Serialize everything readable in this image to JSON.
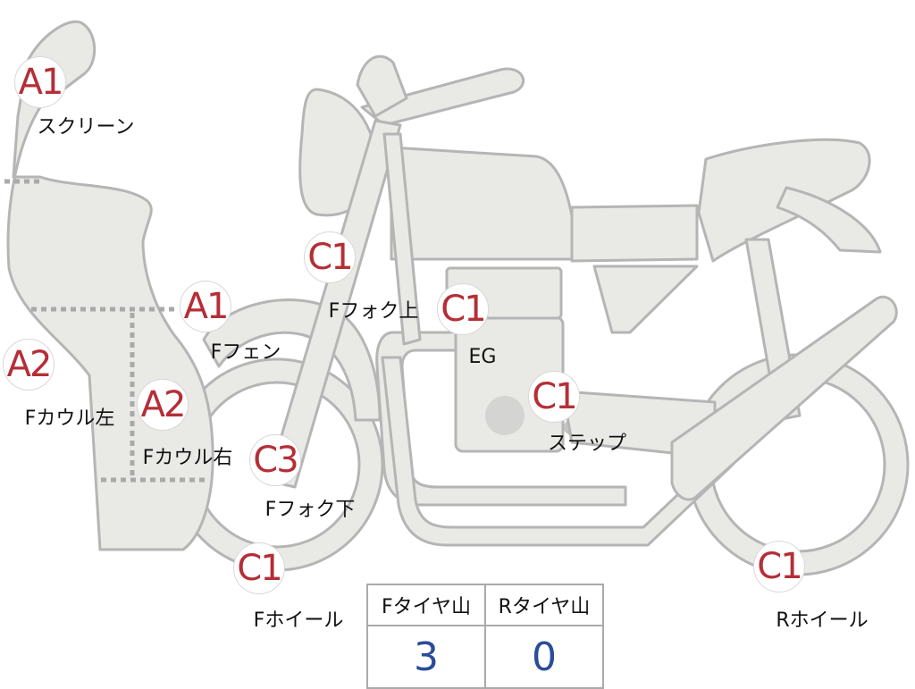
{
  "parts": [
    {
      "id": "screen",
      "grade": "A1",
      "label": "スクリーン"
    },
    {
      "id": "ffender",
      "grade": "A1",
      "label": "Fフェン"
    },
    {
      "id": "fcowl_l",
      "grade": "A2",
      "label": "Fカウル左"
    },
    {
      "id": "fcowl_r",
      "grade": "A2",
      "label": "Fカウル右"
    },
    {
      "id": "ffork_up",
      "grade": "C1",
      "label": "Fフォク上"
    },
    {
      "id": "ffork_low",
      "grade": "C3",
      "label": "Fフォク下"
    },
    {
      "id": "engine",
      "grade": "C1",
      "label": "EG"
    },
    {
      "id": "step",
      "grade": "C1",
      "label": "ステップ"
    },
    {
      "id": "fwheel",
      "grade": "C1",
      "label": "Fホイール"
    },
    {
      "id": "rwheel",
      "grade": "C1",
      "label": "Rホイール"
    }
  ],
  "tire_table": {
    "headers": [
      "Fタイヤ山",
      "Rタイヤ山"
    ],
    "values": [
      "3",
      "0"
    ]
  },
  "colors": {
    "grade_text": "#b52e36",
    "value_text": "#2b4c9a",
    "bike_fill": "#e9e9e6",
    "bike_stroke": "#b5b5b5"
  }
}
